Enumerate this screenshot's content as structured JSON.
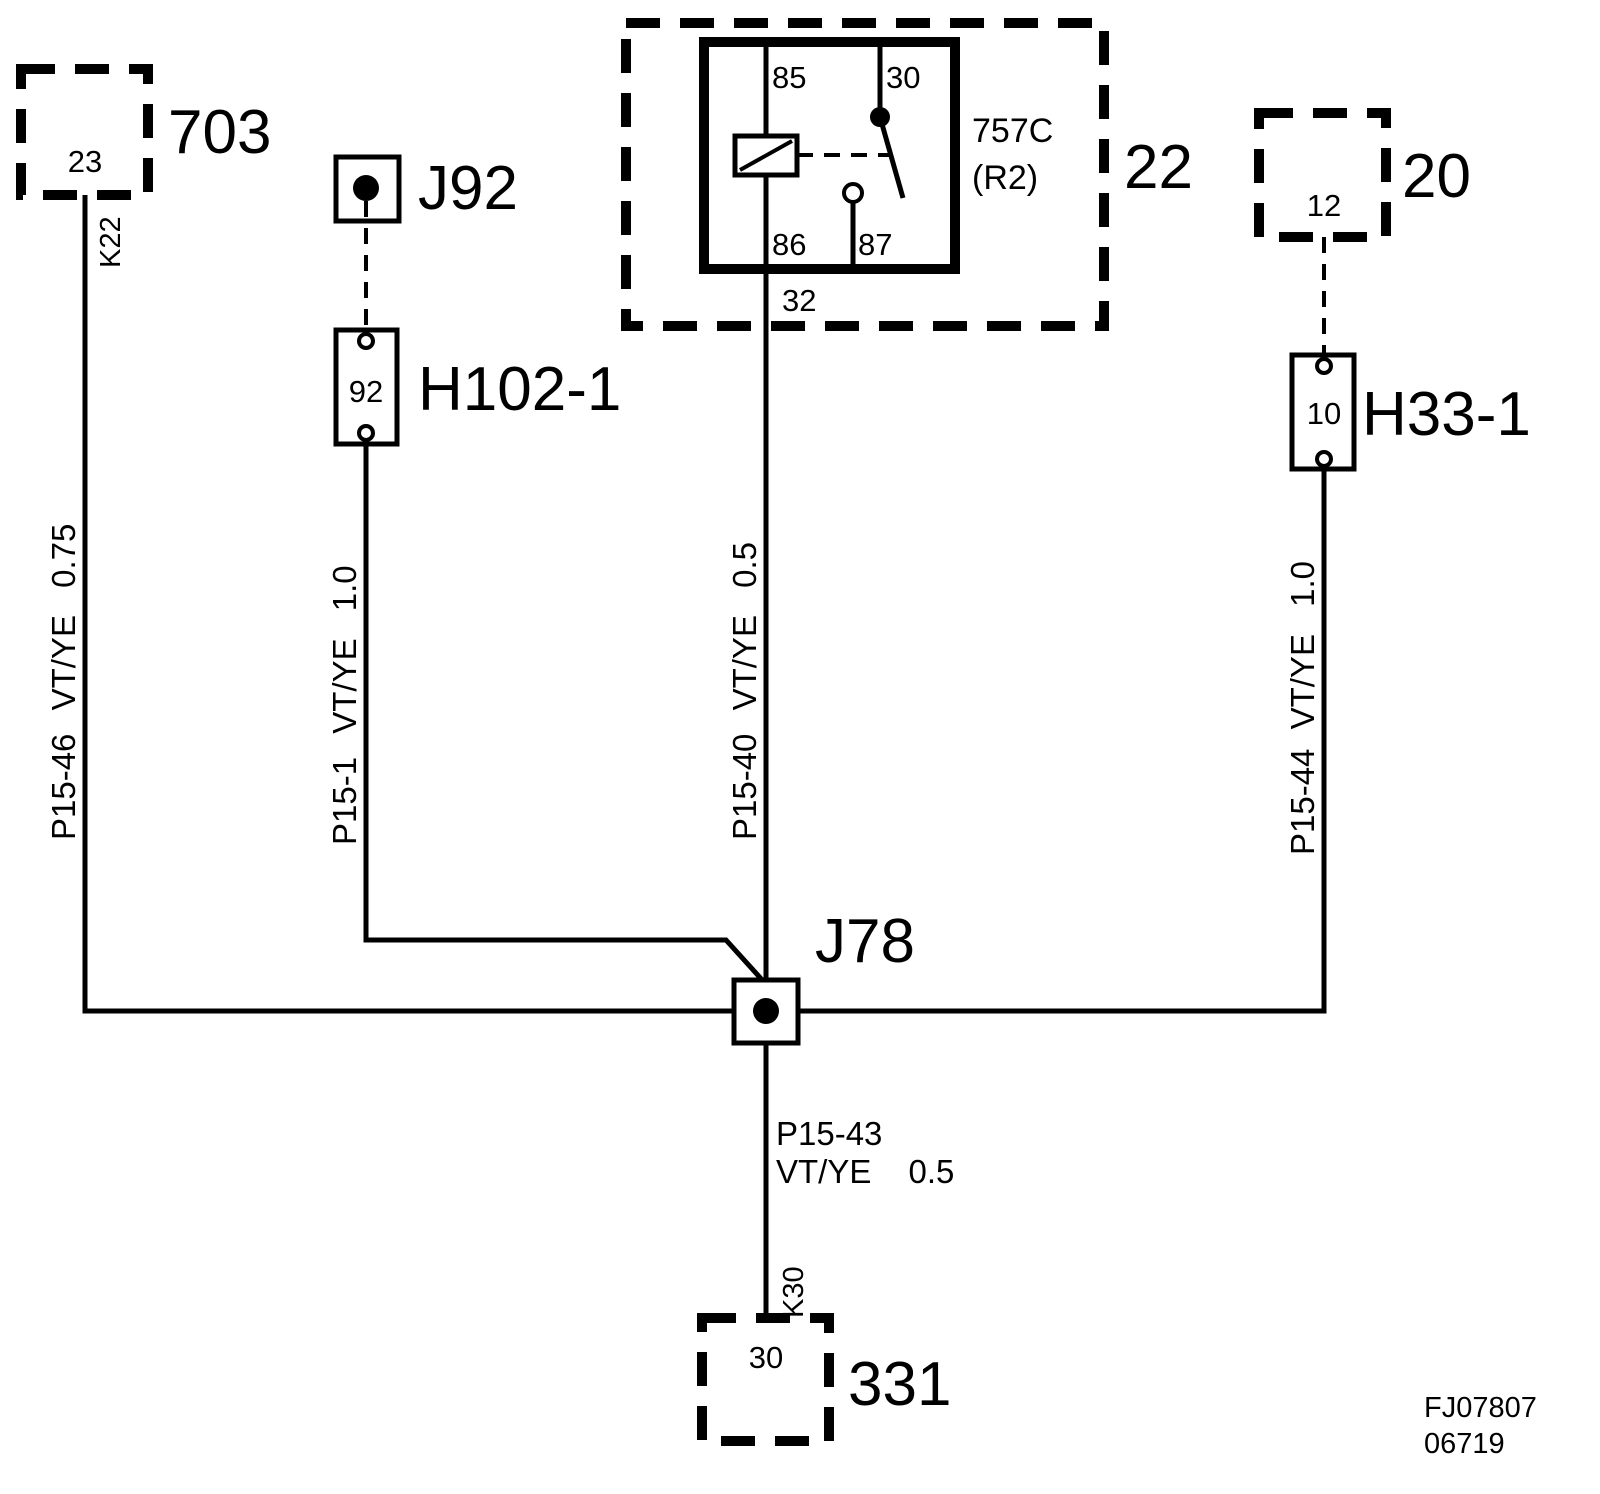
{
  "components": {
    "c703": {
      "id": "703",
      "pin": "23"
    },
    "c22": {
      "id": "22",
      "relay": "757C",
      "relay_pos": "(R2)",
      "pin": "32",
      "terminals": {
        "t85": "85",
        "t30": "30",
        "t86": "86",
        "t87": "87"
      }
    },
    "c20": {
      "id": "20",
      "pin": "12"
    },
    "c331": {
      "id": "331",
      "pin": "30"
    }
  },
  "connectors": {
    "h102": {
      "id": "H102-1",
      "pin": "92"
    },
    "h33": {
      "id": "H33-1",
      "pin": "10"
    }
  },
  "splices": {
    "j92": {
      "id": "J92"
    },
    "j78": {
      "id": "J78"
    }
  },
  "wires": {
    "w46": {
      "circuit": "P15-46",
      "color": "VT/YE",
      "size": "0.75",
      "loc": "K22"
    },
    "w1": {
      "circuit": "P15-1",
      "color": "VT/YE",
      "size": "1.0"
    },
    "w40": {
      "circuit": "P15-40",
      "color": "VT/YE",
      "size": "0.5"
    },
    "w44": {
      "circuit": "P15-44",
      "color": "VT/YE",
      "size": "1.0"
    },
    "w43": {
      "circuit": "P15-43",
      "color": "VT/YE",
      "size": "0.5",
      "loc": "K30"
    }
  },
  "figure": {
    "ref": "FJ07807",
    "num": "06719"
  }
}
